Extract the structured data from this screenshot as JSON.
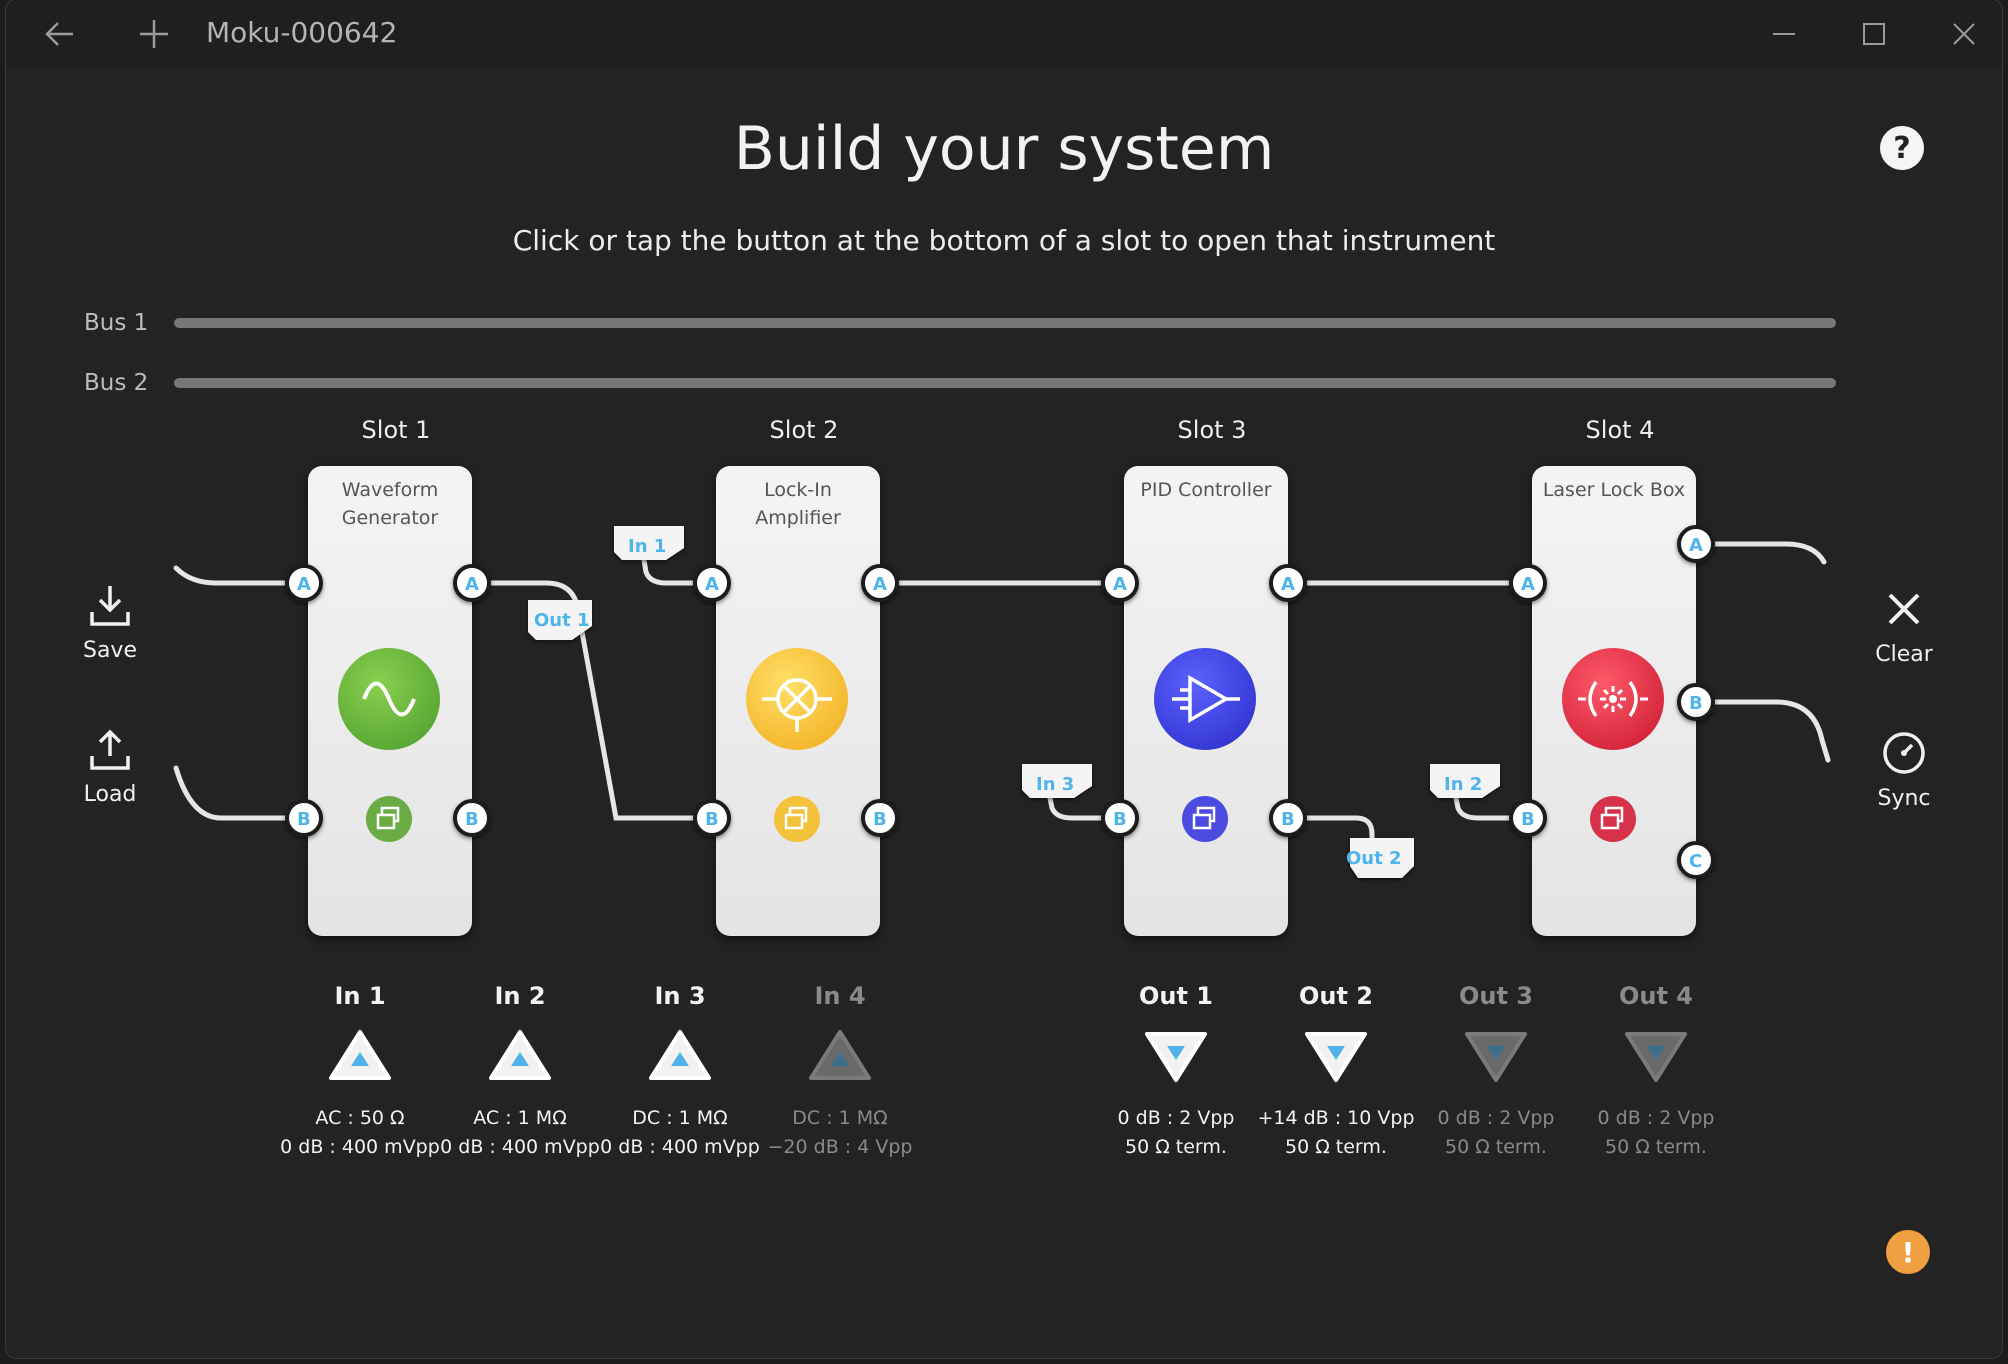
{
  "window": {
    "title": "Moku-000642"
  },
  "header": {
    "title": "Build your system",
    "subtitle": "Click or tap the button at the bottom of a slot to open that instrument",
    "help": "?"
  },
  "buses": [
    {
      "label": "Bus 1"
    },
    {
      "label": "Bus 2"
    }
  ],
  "left_actions": {
    "save": "Save",
    "load": "Load"
  },
  "right_actions": {
    "clear": "Clear",
    "sync": "Sync"
  },
  "slots": [
    {
      "label": "Slot 1",
      "instrument": "Waveform Generator",
      "name_lines": [
        "Waveform",
        "Generator"
      ],
      "color": "#5ca83a",
      "icon": "sine-wave-icon"
    },
    {
      "label": "Slot 2",
      "instrument": "Lock-In Amplifier",
      "name_lines": [
        "Lock-In",
        "Amplifier"
      ],
      "color": "#f3b61f",
      "icon": "lockin-icon"
    },
    {
      "label": "Slot 3",
      "instrument": "PID Controller",
      "name_lines": [
        "PID Controller",
        ""
      ],
      "color": "#3d3ee0",
      "icon": "pid-amplifier-icon"
    },
    {
      "label": "Slot 4",
      "instrument": "Laser Lock Box",
      "name_lines": [
        "Laser Lock Box",
        ""
      ],
      "color": "#d8243e",
      "icon": "laser-icon"
    }
  ],
  "ports": {
    "a": "A",
    "b": "B",
    "c": "C"
  },
  "tags": {
    "out1": "Out 1",
    "in1": "In 1",
    "in3": "In 3",
    "out2": "Out 2",
    "in2": "In 2"
  },
  "inputs": [
    {
      "label": "In 1",
      "line1": "AC : 50 Ω",
      "line2": "0 dB : 400 mVpp",
      "active": true
    },
    {
      "label": "In 2",
      "line1": "AC : 1 MΩ",
      "line2": "0 dB : 400 mVpp",
      "active": true
    },
    {
      "label": "In 3",
      "line1": "DC : 1 MΩ",
      "line2": "0 dB : 400 mVpp",
      "active": true
    },
    {
      "label": "In 4",
      "line1": "DC : 1 MΩ",
      "line2": "−20 dB : 4 Vpp",
      "active": false
    }
  ],
  "outputs": [
    {
      "label": "Out 1",
      "line1": "0 dB : 2 Vpp",
      "line2": "50 Ω term.",
      "active": true
    },
    {
      "label": "Out 2",
      "line1": "+14 dB : 10 Vpp",
      "line2": "50 Ω term.",
      "active": true
    },
    {
      "label": "Out 3",
      "line1": "0 dB : 2 Vpp",
      "line2": "50 Ω term.",
      "active": false
    },
    {
      "label": "Out 4",
      "line1": "0 dB : 2 Vpp",
      "line2": "50 Ω term.",
      "active": false
    }
  ],
  "warning": "!",
  "colors": {
    "port_blue": "#4fb4ea",
    "accent_orange": "#f0a040"
  }
}
